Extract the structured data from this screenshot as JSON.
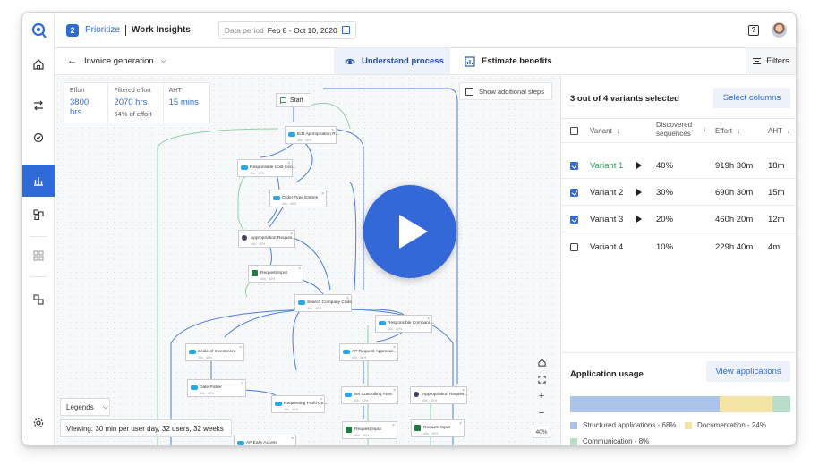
{
  "header": {
    "step_number": "2",
    "step_label": "Prioritize",
    "app_title": "Work Insights",
    "date_label": "Data period",
    "date_value": "Feb 8 - Oct 10, 2020"
  },
  "subbar": {
    "process_name": "Invoice generation",
    "tab_understand": "Understand process",
    "tab_estimate": "Estimate benefits",
    "filters_label": "Filters"
  },
  "stats": {
    "effort_label": "Effort",
    "effort_value": "3800 hrs",
    "filtered_label": "Filtered effort",
    "filtered_value": "2070 hrs",
    "filtered_sub": "54% of effort",
    "aht_label": "AHT",
    "aht_value": "15 mins"
  },
  "canvas": {
    "show_additional_steps": "Show additional steps",
    "start_label": "Start",
    "legends_label": "Legends",
    "viewing_text": "Viewing: 30 min per user day, 32 users, 32 weeks",
    "zoom_level": "40%",
    "nodes": [
      "Edit Appropriation R...",
      "Responsible Cost Cen...",
      "Order Type Entries",
      "Appropriation Reques...",
      "Request Input",
      "Search Company Code",
      "Responsible Compani...",
      "Scale of Investment",
      "AP Request Approval...",
      "Date Picker",
      "Requesting Profit Ce...",
      "Set Controlling Area",
      "Appropriation Reques...",
      "Request Input",
      "Request Input",
      "AP Easy Access"
    ]
  },
  "panel": {
    "selection_summary": "3 out of 4 variants selected",
    "select_columns": "Select columns",
    "columns": {
      "variant": "Variant",
      "discovered": "Discovered sequences",
      "effort": "Effort",
      "aht": "AHT"
    },
    "rows": [
      {
        "name": "Variant 1",
        "checked": true,
        "sequences": "40%",
        "effort": "919h 30m",
        "aht": "18m"
      },
      {
        "name": "Variant 2",
        "checked": true,
        "sequences": "30%",
        "effort": "690h 30m",
        "aht": "15m"
      },
      {
        "name": "Variant 3",
        "checked": true,
        "sequences": "20%",
        "effort": "460h 20m",
        "aht": "12m"
      },
      {
        "name": "Variant 4",
        "checked": false,
        "sequences": "10%",
        "effort": "229h 40m",
        "aht": "4m"
      }
    ],
    "app_usage_title": "Application usage",
    "view_applications": "View applications",
    "usage": [
      {
        "label": "Structured applications - 68%",
        "fraction": 0.68,
        "color": "#a9c3ec"
      },
      {
        "label": "Documentation - 24%",
        "fraction": 0.24,
        "color": "#f3e4a6"
      },
      {
        "label": "Communication - 8%",
        "fraction": 0.08,
        "color": "#b7dcc9"
      }
    ]
  },
  "colors": {
    "accent": "#2f6bd6",
    "variant_highlight": "#27a35b"
  }
}
